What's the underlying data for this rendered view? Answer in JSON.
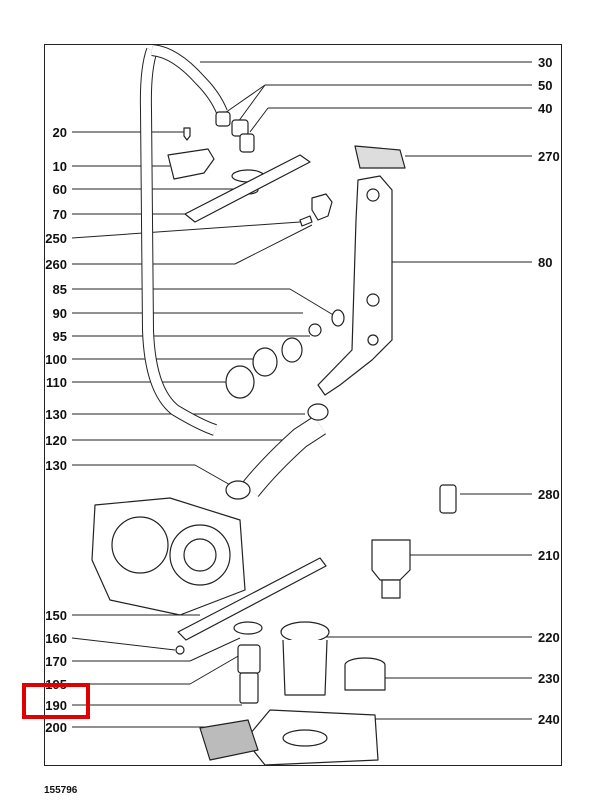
{
  "diagram": {
    "left_labels": [
      {
        "id": "20",
        "text": "20"
      },
      {
        "id": "10",
        "text": "10"
      },
      {
        "id": "60",
        "text": "60"
      },
      {
        "id": "70",
        "text": "70"
      },
      {
        "id": "250",
        "text": "250"
      },
      {
        "id": "260",
        "text": "260"
      },
      {
        "id": "85",
        "text": "85"
      },
      {
        "id": "90",
        "text": "90"
      },
      {
        "id": "95",
        "text": "95"
      },
      {
        "id": "100",
        "text": "100"
      },
      {
        "id": "110",
        "text": "110"
      },
      {
        "id": "130a",
        "text": "130"
      },
      {
        "id": "120",
        "text": "120"
      },
      {
        "id": "130b",
        "text": "130"
      },
      {
        "id": "150",
        "text": "150"
      },
      {
        "id": "160",
        "text": "160"
      },
      {
        "id": "170",
        "text": "170"
      },
      {
        "id": "195",
        "text": "195"
      },
      {
        "id": "190",
        "text": "190"
      },
      {
        "id": "200",
        "text": "200"
      }
    ],
    "right_labels": [
      {
        "id": "30",
        "text": "30"
      },
      {
        "id": "50",
        "text": "50"
      },
      {
        "id": "40",
        "text": "40"
      },
      {
        "id": "270",
        "text": "270"
      },
      {
        "id": "80",
        "text": "80"
      },
      {
        "id": "280",
        "text": "280"
      },
      {
        "id": "210",
        "text": "210"
      },
      {
        "id": "220",
        "text": "220"
      },
      {
        "id": "230",
        "text": "230"
      },
      {
        "id": "240",
        "text": "240"
      }
    ],
    "highlighted_label": "190",
    "highlight_color": "#e00000",
    "footer_code": "155796"
  }
}
